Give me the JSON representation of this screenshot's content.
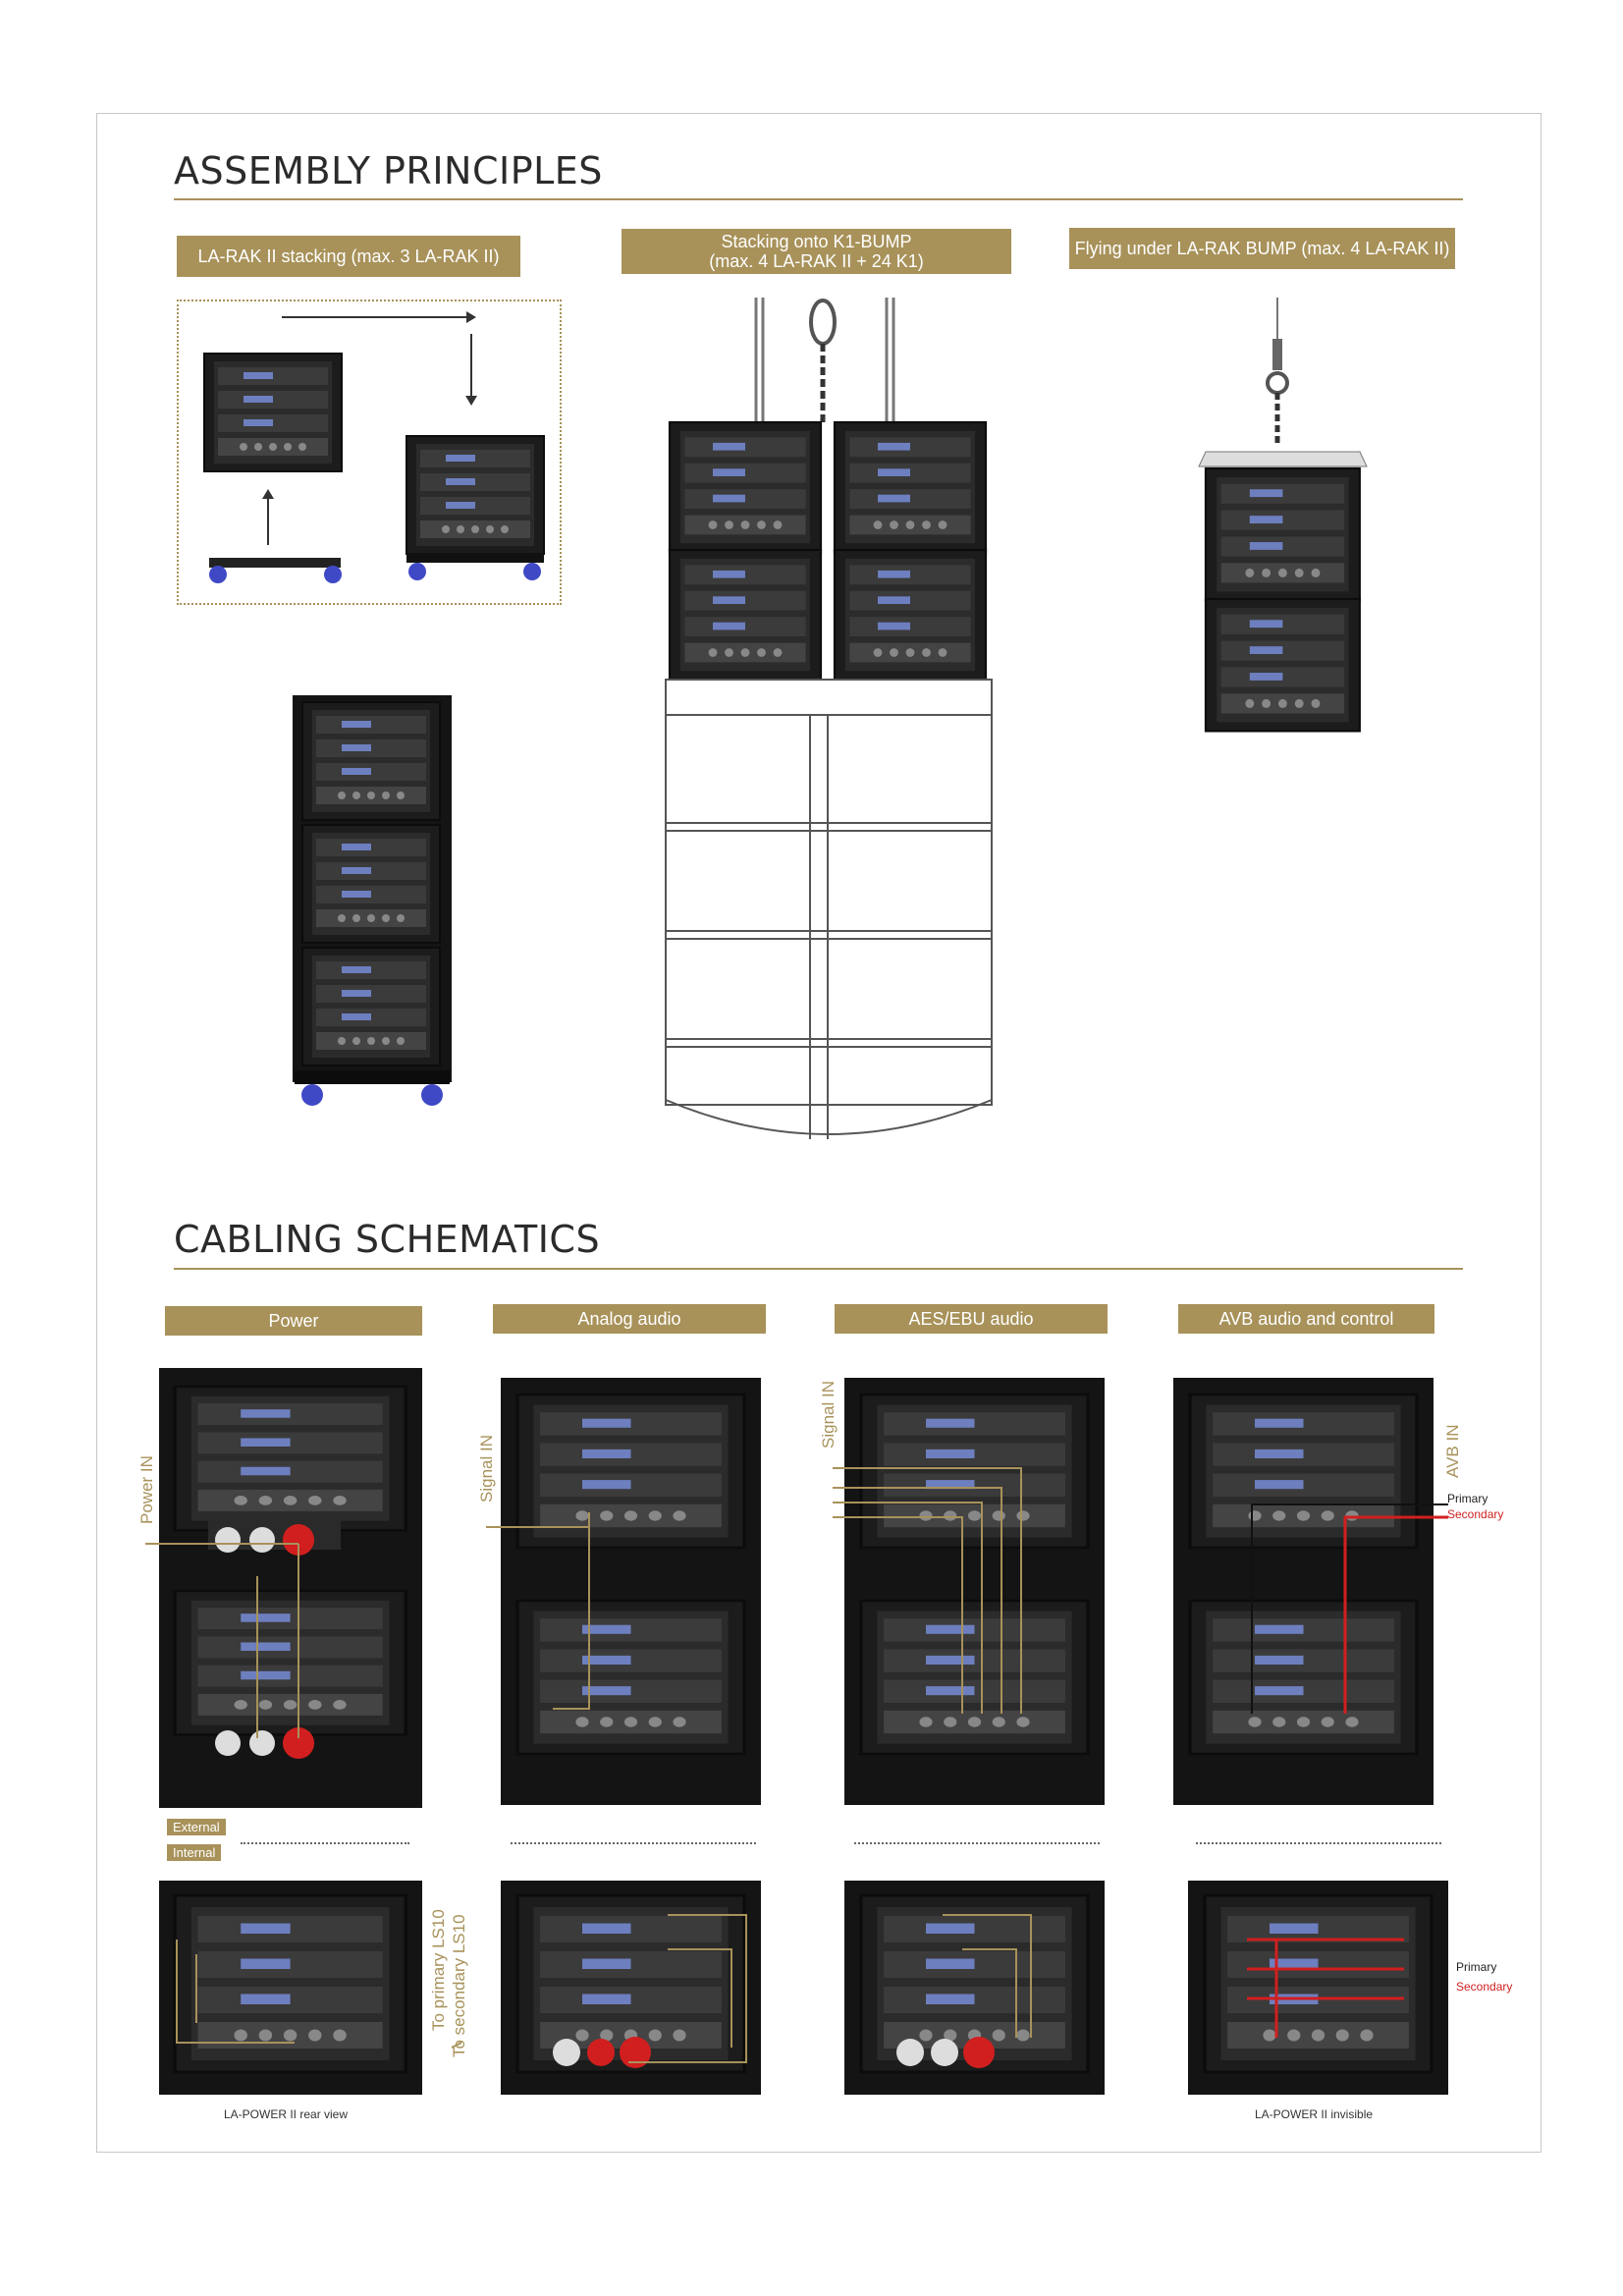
{
  "sections": {
    "assembly_title": "ASSEMBLY PRINCIPLES",
    "cabling_title": "CABLING SCHEMATICS"
  },
  "assembly": {
    "stacking_label": "LA-RAK II stacking (max. 3 LA-RAK II)",
    "k1bump_label_line1": "Stacking onto K1-BUMP",
    "k1bump_label_line2": "(max. 4 LA-RAK II + 24 K1)",
    "flying_label": "Flying under LA-RAK BUMP (max. 4 LA-RAK II)"
  },
  "cabling": {
    "power": "Power",
    "analog": "Analog audio",
    "aes": "AES/EBU audio",
    "avb": "AVB audio and control",
    "power_in": "Power IN",
    "signal_in_1": "Signal IN",
    "signal_in_2": "Signal IN",
    "avb_in": "AVB IN",
    "primary_1": "Primary",
    "secondary_1": "Secondary",
    "primary_2": "Primary",
    "secondary_2": "Secondary",
    "external": "External",
    "internal": "Internal",
    "to_primary": "To primary LS10",
    "to_secondary": "To secondary LS10",
    "rear_view": "LA-POWER II rear view",
    "invisible": "LA-POWER II invisible"
  },
  "colors": {
    "gold": "#a8925a",
    "rack": "#1c1c1c",
    "red": "#d11f1f",
    "wheel": "#3f49c6"
  }
}
